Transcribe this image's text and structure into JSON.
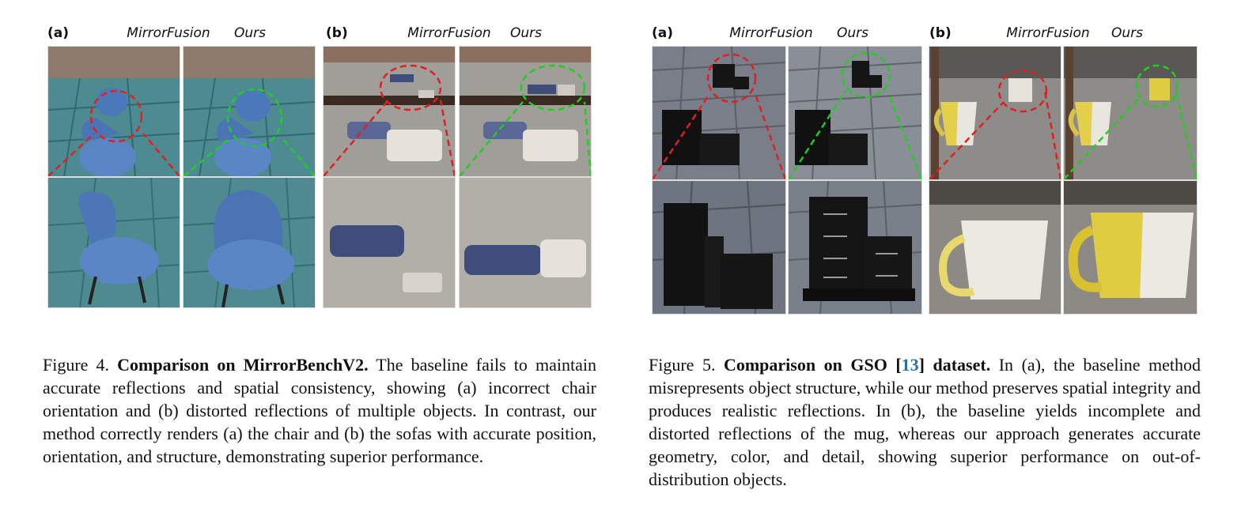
{
  "figure4": {
    "panel_a_label": "(a)",
    "panel_b_label": "(b)",
    "col_baseline": "MirrorFusion",
    "col_ours": "Ours",
    "caption_prefix": "Figure 4.",
    "caption_title": "Comparison on MirrorBenchV2.",
    "caption_body": "The baseline fails to maintain accurate reflections and spatial consistency, showing (a) incorrect chair orientation and (b) distorted reflections of multiple objects. In contrast, our method correctly renders (a) the chair and (b) the sofas with accurate position, orientation, and structure, demonstrating superior performance."
  },
  "figure5": {
    "panel_a_label": "(a)",
    "panel_b_label": "(b)",
    "col_baseline": "MirrorFusion",
    "col_ours": "Ours",
    "caption_prefix": "Figure 5.",
    "caption_title_pre": "Comparison on GSO [",
    "caption_cite": "13",
    "caption_title_post": "] dataset.",
    "caption_body": "In (a), the baseline method misrepresents object structure, while our method preserves spatial integrity and produces realistic reflections. In (b), the baseline yields incomplete and distorted reflections of the mug, whereas our approach generates accurate geometry, color, and detail, showing superior performance on out-of-distribution objects."
  },
  "colors": {
    "baseline_ring": "#e02020",
    "ours_ring": "#22cc22",
    "citation": "#2a6cb0"
  }
}
